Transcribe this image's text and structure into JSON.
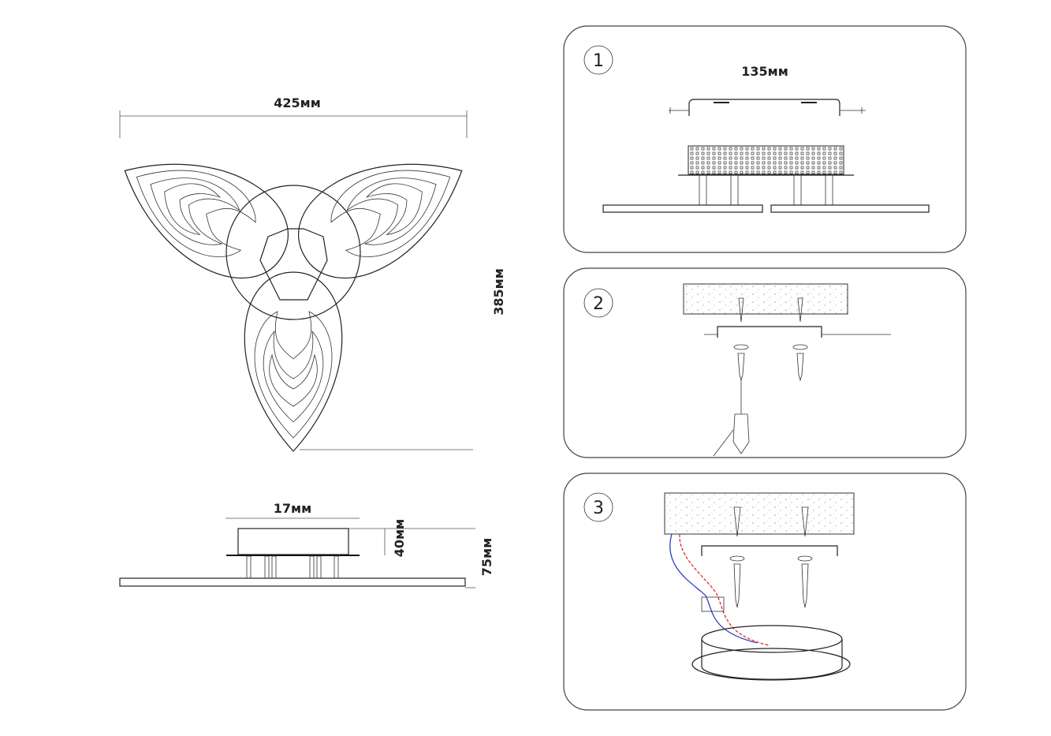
{
  "top_view": {
    "width_label": "425мм",
    "height_label": "385мм"
  },
  "side_view": {
    "body_width_label": "17мм",
    "body_height_label": "40мм",
    "total_height_label": "75мм"
  },
  "steps": [
    {
      "number": "1",
      "dimension_label": "135мм"
    },
    {
      "number": "2"
    },
    {
      "number": "3"
    }
  ],
  "colors": {
    "line": "#222222",
    "wire_live": "#e03030",
    "wire_neutral": "#3040c0"
  }
}
